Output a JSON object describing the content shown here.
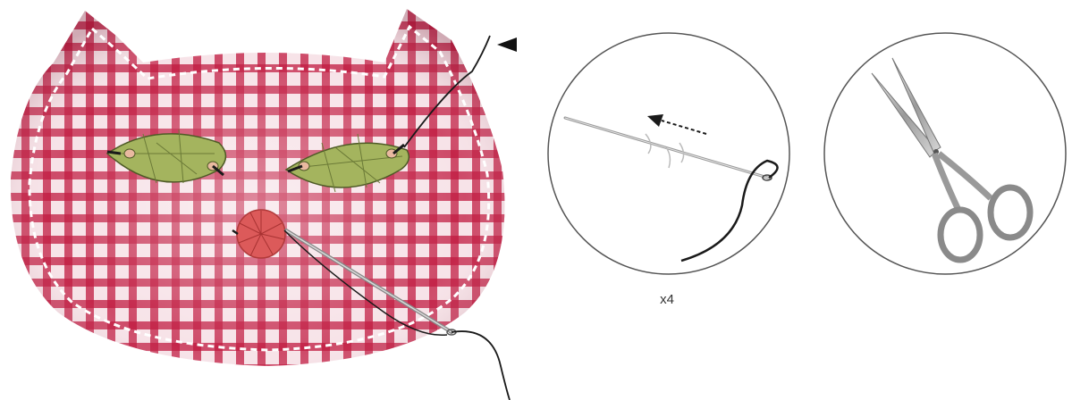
{
  "diagram": {
    "steps": [
      {
        "illustration": "cat-face-stitching",
        "caption": ""
      },
      {
        "illustration": "running-stitch-closeup",
        "caption": "x4"
      },
      {
        "illustration": "scissors",
        "caption": ""
      }
    ]
  },
  "colors": {
    "gingham_base": "#f7e3e8",
    "gingham_red": "#c0183e",
    "eye_green": "#a4b45e",
    "nose_red": "#dc5a5a",
    "thread": "#1a1a1a",
    "circle_outline": "#555555"
  }
}
